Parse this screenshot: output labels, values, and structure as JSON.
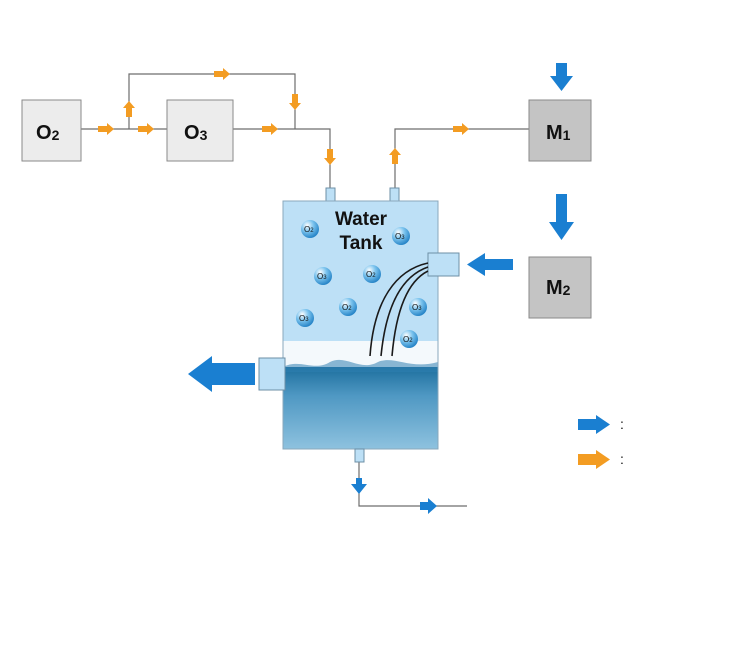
{
  "units": {
    "o2": {
      "main": "O",
      "sub": "2"
    },
    "o3": {
      "main": "O",
      "sub": "3"
    },
    "m1": {
      "main": "M",
      "sub": "1"
    },
    "m2": {
      "main": "M",
      "sub": "2"
    }
  },
  "tank": {
    "line1": "Water",
    "line2": "Tank"
  },
  "bubbles": [
    {
      "main": "O",
      "sub": "2"
    },
    {
      "main": "O",
      "sub": "3"
    },
    {
      "main": "O",
      "sub": "3"
    },
    {
      "main": "O",
      "sub": "2"
    },
    {
      "main": "O",
      "sub": "2"
    },
    {
      "main": "O",
      "sub": "3"
    },
    {
      "main": "O",
      "sub": "3"
    },
    {
      "main": "O",
      "sub": "2"
    }
  ],
  "legend": [
    {
      "symbol": "blue-arrow",
      "text": ":"
    },
    {
      "symbol": "orange-arrow",
      "text": ":"
    }
  ],
  "colors": {
    "gas_arrow": "#f39c22",
    "water_arrow": "#1a7fd1",
    "box_fill": "#ececec",
    "motor_fill": "#c4c4c4",
    "tank_air": "#bde0f6",
    "tank_water": "#5ea3cc"
  }
}
